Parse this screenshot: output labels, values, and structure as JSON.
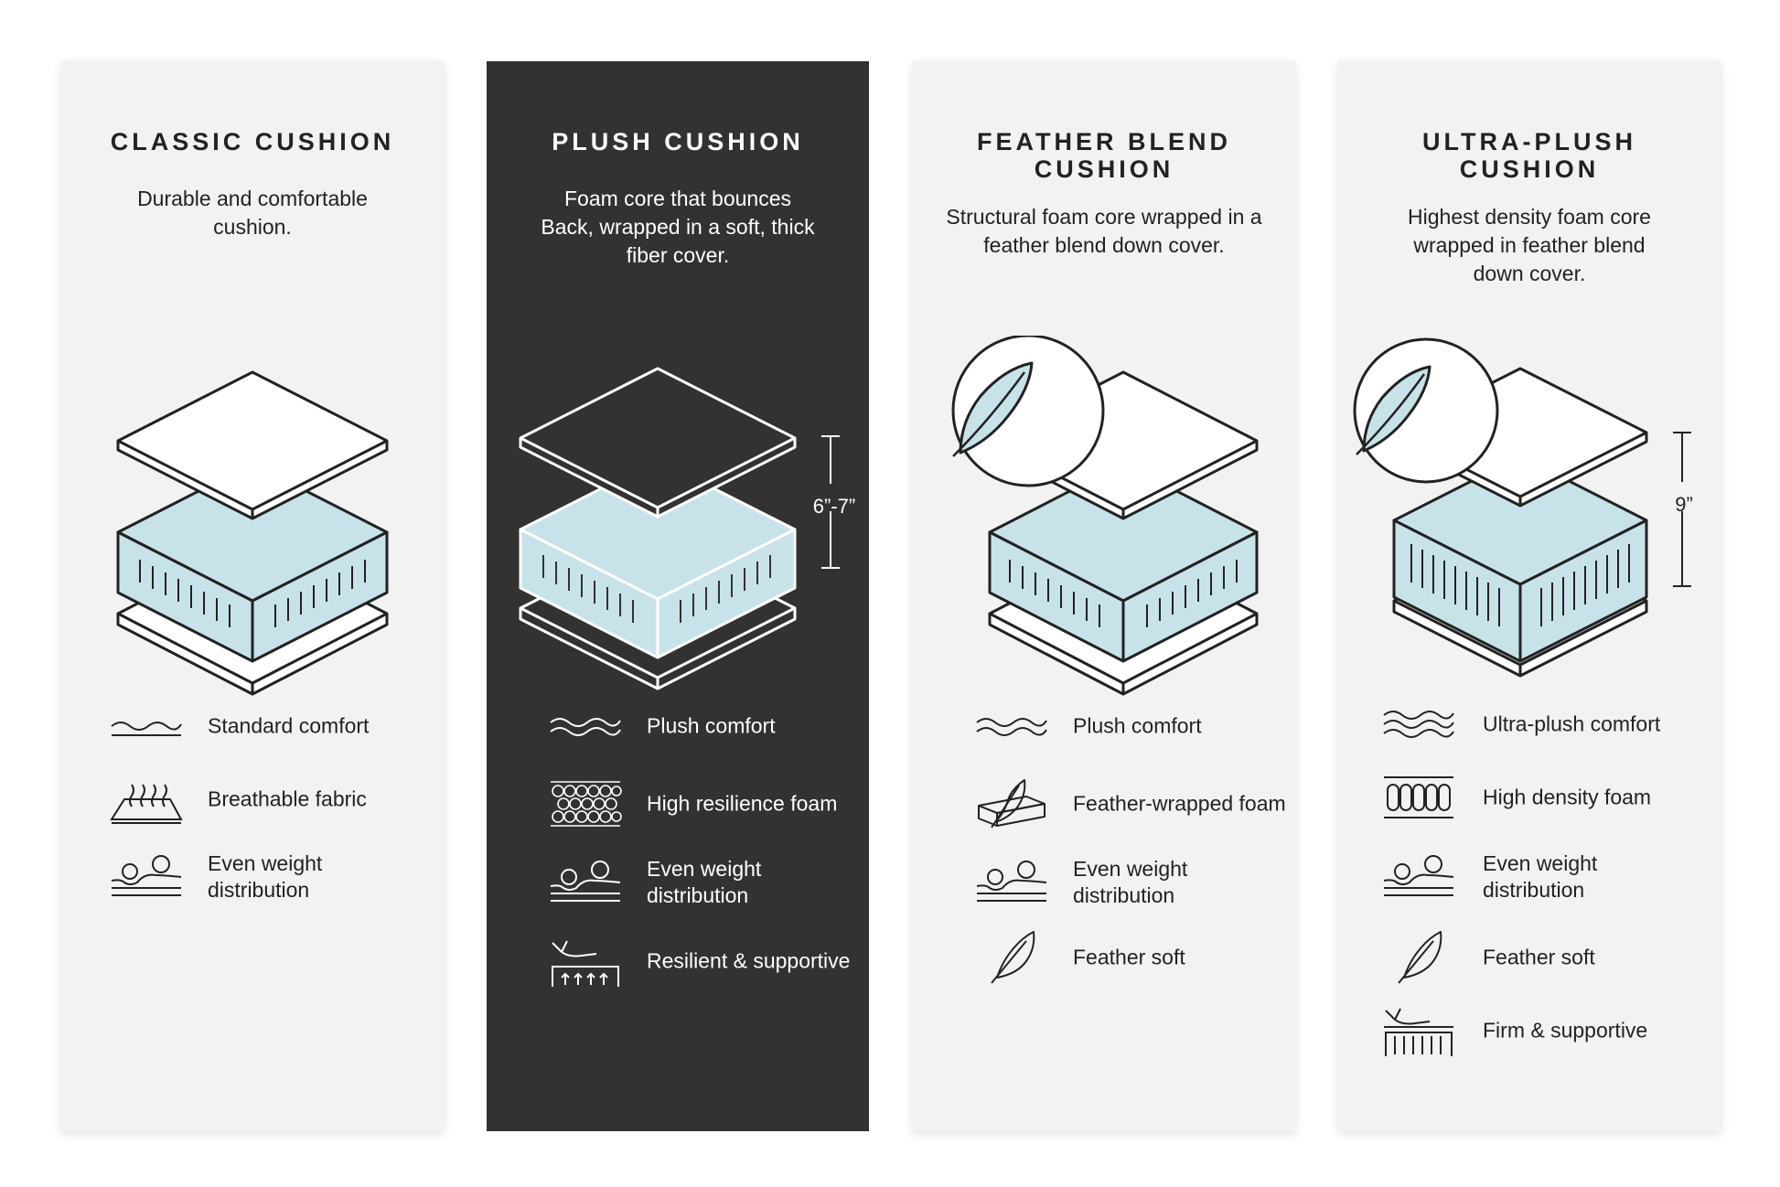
{
  "colors": {
    "card_light": "#f2f2f2",
    "card_dark": "#333231",
    "foam_blue": "#c8e2ea",
    "ink": "#222222",
    "ink_light": "#ffffff"
  },
  "cards": [
    {
      "title": "CLASSIC CUSHION",
      "description": "Durable and comfortable cushion.",
      "dimension": "",
      "features": [
        {
          "icon": "wave-icon",
          "label": "Standard comfort"
        },
        {
          "icon": "breathable-fabric-icon",
          "label": "Breathable fabric"
        },
        {
          "icon": "weight-distribution-icon",
          "label": "Even weight distribution"
        }
      ]
    },
    {
      "title": "PLUSH CUSHION",
      "description": "Foam core that bounces Back, wrapped in a soft, thick fiber cover.",
      "dimension": "6”-7”",
      "features": [
        {
          "icon": "double-wave-icon",
          "label": "Plush comfort"
        },
        {
          "icon": "honeycomb-foam-icon",
          "label": "High resilience foam"
        },
        {
          "icon": "weight-distribution-icon",
          "label": "Even weight distribution"
        },
        {
          "icon": "support-icon",
          "label": "Resilient & supportive"
        }
      ]
    },
    {
      "title": "FEATHER BLEND CUSHION",
      "description": "Structural foam core wrapped in a feather blend down cover.",
      "dimension": "",
      "features": [
        {
          "icon": "double-wave-icon",
          "label": "Plush comfort"
        },
        {
          "icon": "feather-wrapped-foam-icon",
          "label": "Feather-wrapped foam"
        },
        {
          "icon": "weight-distribution-icon",
          "label": "Even weight distribution"
        },
        {
          "icon": "feather-icon",
          "label": "Feather soft"
        }
      ]
    },
    {
      "title": "ULTRA-PLUSH CUSHION",
      "description": "Highest density foam core wrapped in feather blend down cover.",
      "dimension": "9”",
      "features": [
        {
          "icon": "triple-wave-icon",
          "label": "Ultra-plush comfort"
        },
        {
          "icon": "high-density-foam-icon",
          "label": "High density foam"
        },
        {
          "icon": "weight-distribution-icon",
          "label": "Even weight distribution"
        },
        {
          "icon": "feather-icon",
          "label": "Feather soft"
        },
        {
          "icon": "firm-support-icon",
          "label": "Firm & supportive"
        }
      ]
    }
  ]
}
